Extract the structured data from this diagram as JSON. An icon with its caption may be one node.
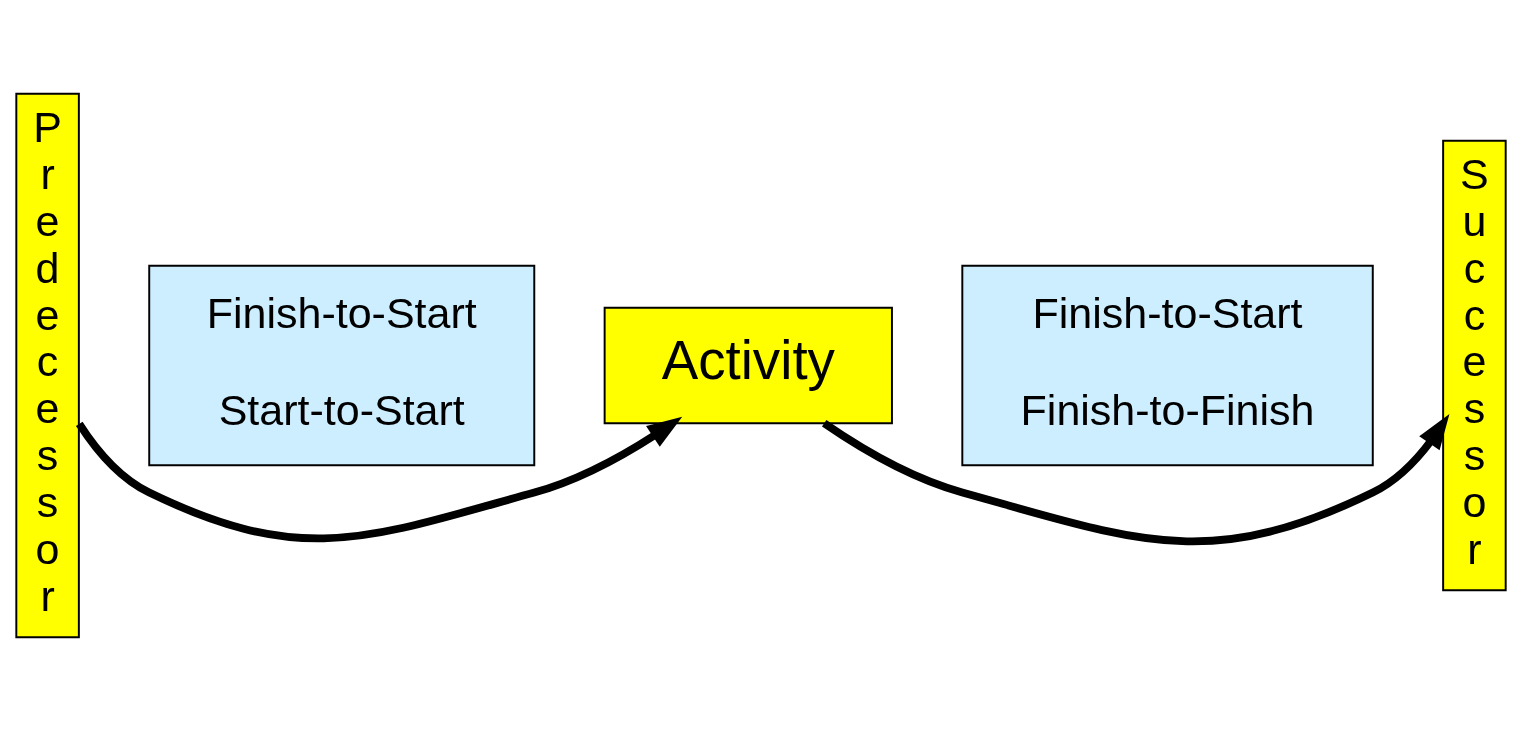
{
  "diagram": {
    "nodes": [
      {
        "text": [
          "Predecessor"
        ]
      },
      {
        "text": [
          "Finish-to-Start",
          "Start-to-Start"
        ]
      },
      {
        "text": [
          "Activity"
        ]
      },
      {
        "text": [
          "Finish-to-Start",
          "Finish-to-Finish"
        ]
      },
      {
        "text": [
          "Successor"
        ]
      }
    ],
    "edges": [
      {
        "from": 0,
        "to": 2,
        "arrow": "to"
      },
      {
        "from": 2,
        "to": 4,
        "arrow": "to"
      }
    ]
  }
}
